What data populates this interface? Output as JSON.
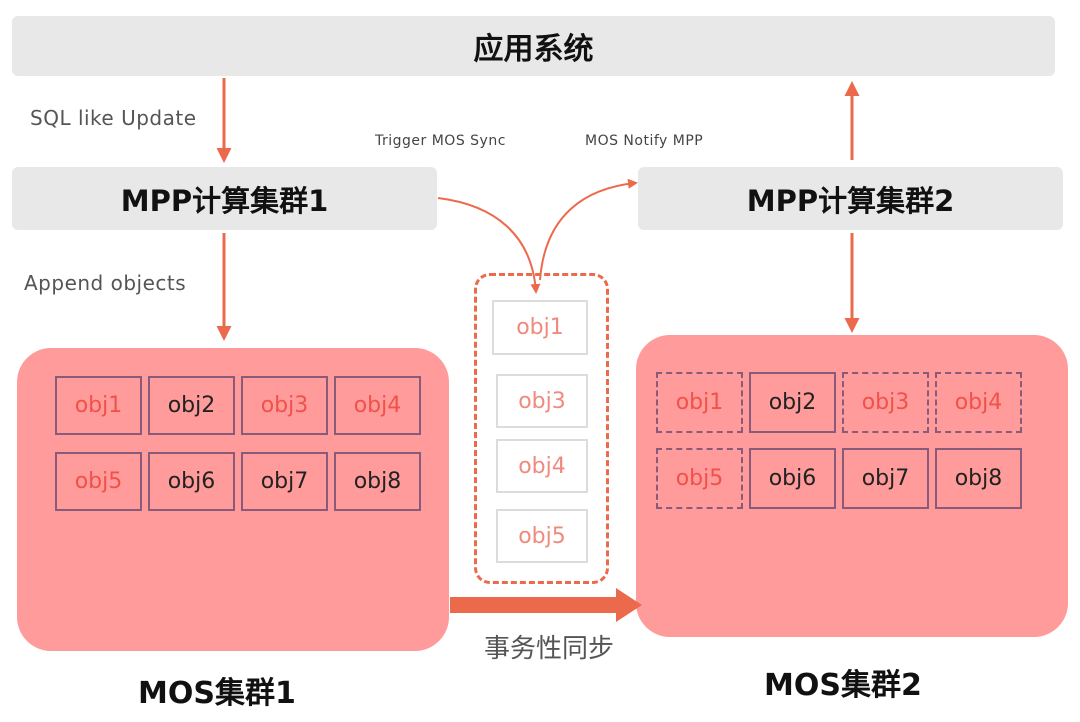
{
  "app_system": {
    "label": "应用系统"
  },
  "mpp1": {
    "label": "MPP计算集群1"
  },
  "mpp2": {
    "label": "MPP计算集群2"
  },
  "edge_labels": {
    "sql_update": "SQL like Update",
    "append_objects": "Append  objects",
    "trigger_sync": "Trigger MOS Sync",
    "notify_mpp": "MOS Notify MPP",
    "transactional_sync": "事务性同步"
  },
  "mos1": {
    "label": "MOS集群1",
    "objects": [
      {
        "name": "obj1",
        "style": "solid",
        "tone": "red"
      },
      {
        "name": "obj2",
        "style": "solid",
        "tone": "dark"
      },
      {
        "name": "obj3",
        "style": "solid",
        "tone": "red"
      },
      {
        "name": "obj4",
        "style": "solid",
        "tone": "red"
      },
      {
        "name": "obj5",
        "style": "solid",
        "tone": "red"
      },
      {
        "name": "obj6",
        "style": "solid",
        "tone": "dark"
      },
      {
        "name": "obj7",
        "style": "solid",
        "tone": "dark"
      },
      {
        "name": "obj8",
        "style": "solid",
        "tone": "dark"
      }
    ]
  },
  "sync_set": {
    "objects": [
      "obj1",
      "obj3",
      "obj4",
      "obj5"
    ]
  },
  "mos2": {
    "label": "MOS集群2",
    "objects": [
      {
        "name": "obj1",
        "style": "dashed",
        "tone": "red"
      },
      {
        "name": "obj2",
        "style": "solid",
        "tone": "dark"
      },
      {
        "name": "obj3",
        "style": "dashed",
        "tone": "red"
      },
      {
        "name": "obj4",
        "style": "dashed",
        "tone": "red"
      },
      {
        "name": "obj5",
        "style": "dashed",
        "tone": "red"
      },
      {
        "name": "obj6",
        "style": "solid",
        "tone": "dark"
      },
      {
        "name": "obj7",
        "style": "solid",
        "tone": "dark"
      },
      {
        "name": "obj8",
        "style": "solid",
        "tone": "dark"
      }
    ]
  },
  "colors": {
    "arrow": "#ec6a4c",
    "cluster_fill": "#ff9b9a",
    "bar_fill": "#e8e8e8",
    "object_border": "#8a5a7a",
    "object_red_text": "#f0524a",
    "sync_border": "#ec6a4c"
  }
}
